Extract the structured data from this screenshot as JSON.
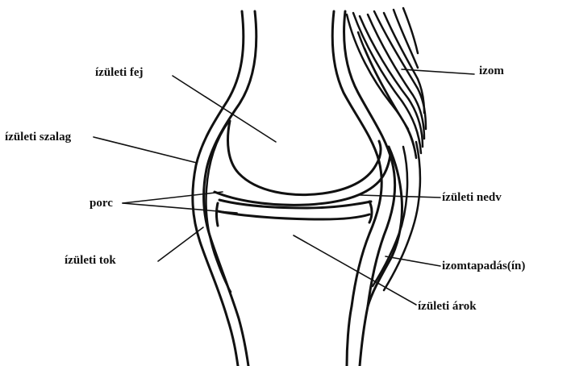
{
  "diagram": {
    "labels": {
      "joint_head": "ízületi fej",
      "ligament": "ízületi szalag",
      "cartilage": "porc",
      "capsule": "ízületi tok",
      "muscle": "izom",
      "synovial_fluid": "ízületi nedv",
      "tendon": "izomtapadás(ín)",
      "socket": "ízületi árok"
    }
  }
}
